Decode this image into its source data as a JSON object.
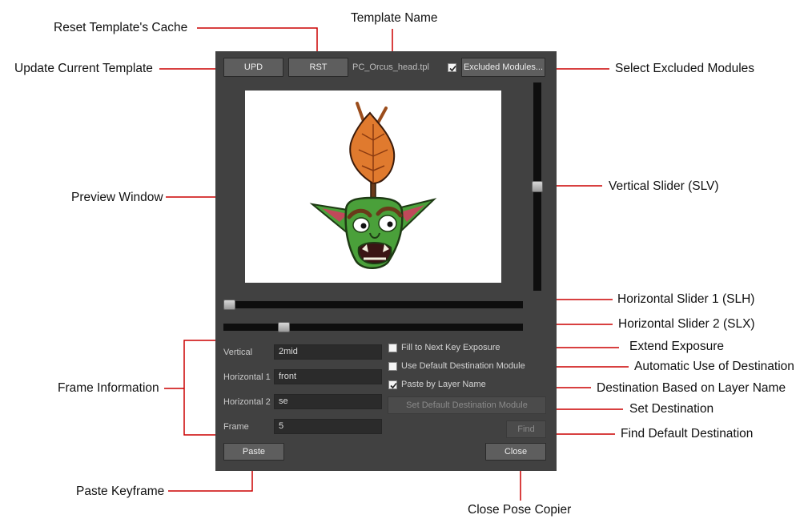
{
  "callouts": {
    "reset_cache": "Reset Template's Cache",
    "template_name": "Template Name",
    "update_current": "Update Current Template",
    "select_excluded": "Select Excluded Modules",
    "preview_window": "Preview Window",
    "vertical_slider": "Vertical Slider (SLV)",
    "horizontal_slider_1": "Horizontal Slider 1 (SLH)",
    "horizontal_slider_2": "Horizontal Slider 2 (SLX)",
    "extend_exposure": "Extend Exposure",
    "automatic_destination": "Automatic Use of Destination",
    "frame_information": "Frame Information",
    "destination_layer_name": "Destination Based on Layer Name",
    "set_destination": "Set Destination",
    "find_default_destination": "Find Default Destination",
    "paste_keyframe": "Paste Keyframe",
    "close_pose_copier": "Close Pose Copier"
  },
  "toolbar": {
    "upd_label": "UPD",
    "rst_label": "RST",
    "template_name": "PC_Orcus_head.tpl",
    "excluded_checked": true,
    "excluded_label": "Excluded Modules..."
  },
  "sliders": {
    "vertical_position": 0.5,
    "horizontal1_position": 0.0,
    "horizontal2_position": 0.19
  },
  "frame_info": {
    "vertical_label": "Vertical",
    "vertical_value": "2mid",
    "horizontal1_label": "Horizontal 1",
    "horizontal1_value": "front",
    "horizontal2_label": "Horizontal 2",
    "horizontal2_value": "se",
    "frame_label": "Frame",
    "frame_value": "5"
  },
  "options": {
    "fill_next_key": {
      "label": "Fill to Next Key Exposure",
      "checked": false
    },
    "use_default_destination": {
      "label": "Use Default Destination Module",
      "checked": false
    },
    "paste_by_layer": {
      "label": "Paste by Layer Name",
      "checked": true
    },
    "set_default_destination_label": "Set Default Destination Module",
    "find_label": "Find"
  },
  "footer": {
    "paste_label": "Paste",
    "close_label": "Close"
  },
  "colors": {
    "dialog_bg": "#414141",
    "callout_line": "#cc0000",
    "skin_green": "#4aa03a",
    "hair_orange": "#e07a2e"
  }
}
